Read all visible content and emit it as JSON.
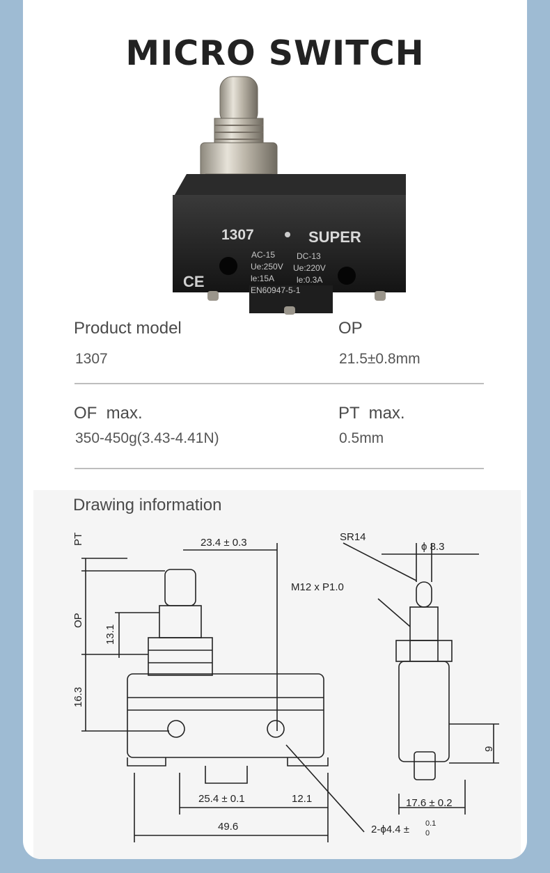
{
  "title": "MICRO SWITCH",
  "product_photo": {
    "model_mark": "1307",
    "brand": "SUPER",
    "ratings": [
      "AC-15",
      "DC-13",
      "Ue:250V",
      "Ue:220V",
      "le:15A",
      "le:0.3A",
      "EN60947-5-1"
    ],
    "cert_mark": "CE"
  },
  "specs": [
    {
      "label": "Product model",
      "value": "1307"
    },
    {
      "label": "OP",
      "value": "21.5±0.8mm"
    },
    {
      "label": "OF  max.",
      "value": "350-450g(3.43-4.41N)"
    },
    {
      "label": "PT  max.",
      "value": "0.5mm"
    }
  ],
  "drawing": {
    "title": "Drawing information",
    "labels": {
      "pt": "PT",
      "op": "OP",
      "d131": "13.1",
      "d163": "16.3",
      "d234": "23.4 ± 0.3",
      "d254": "25.4 ± 0.1",
      "d121": "12.1",
      "d496": "49.6",
      "sr14": "SR14",
      "phi83": "ϕ 8.3",
      "m12": "M12 x P1.0",
      "nine": "9",
      "d176": "17.6 ± 0.2",
      "hole": "2-ϕ4.4 ±",
      "hole_tol_top": "0.1",
      "hole_tol_bottom": "0"
    }
  },
  "colors": {
    "frame": "#9ebbd3",
    "card": "#ffffff",
    "switch_body": "#1e1e1e",
    "metal": "#c8c3b8"
  }
}
